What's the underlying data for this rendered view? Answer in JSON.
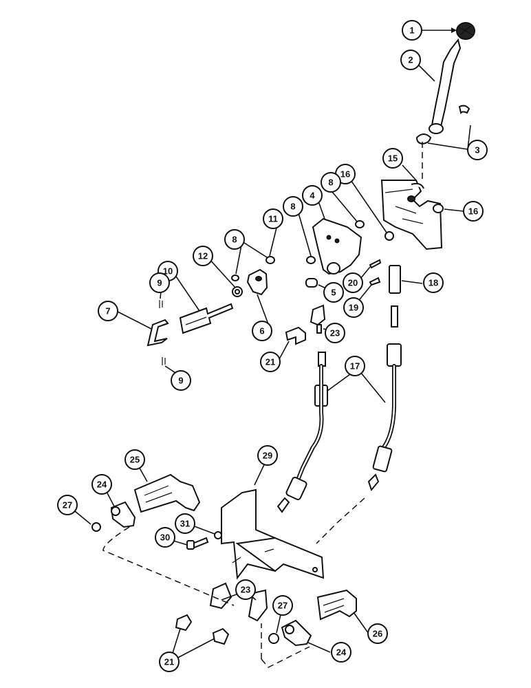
{
  "callouts": [
    {
      "label": "1"
    },
    {
      "label": "2"
    },
    {
      "label": "3"
    },
    {
      "label": "15"
    },
    {
      "label": "16"
    },
    {
      "label": "16"
    },
    {
      "label": "8"
    },
    {
      "label": "4"
    },
    {
      "label": "8"
    },
    {
      "label": "11"
    },
    {
      "label": "8"
    },
    {
      "label": "12"
    },
    {
      "label": "10"
    },
    {
      "label": "9"
    },
    {
      "label": "7"
    },
    {
      "label": "6"
    },
    {
      "label": "5"
    },
    {
      "label": "20"
    },
    {
      "label": "18"
    },
    {
      "label": "19"
    },
    {
      "label": "23"
    },
    {
      "label": "21"
    },
    {
      "label": "9"
    },
    {
      "label": "17"
    },
    {
      "label": "29"
    },
    {
      "label": "25"
    },
    {
      "label": "24"
    },
    {
      "label": "27"
    },
    {
      "label": "31"
    },
    {
      "label": "30"
    },
    {
      "label": "23"
    },
    {
      "label": "27"
    },
    {
      "label": "26"
    },
    {
      "label": "21"
    },
    {
      "label": "24"
    }
  ]
}
